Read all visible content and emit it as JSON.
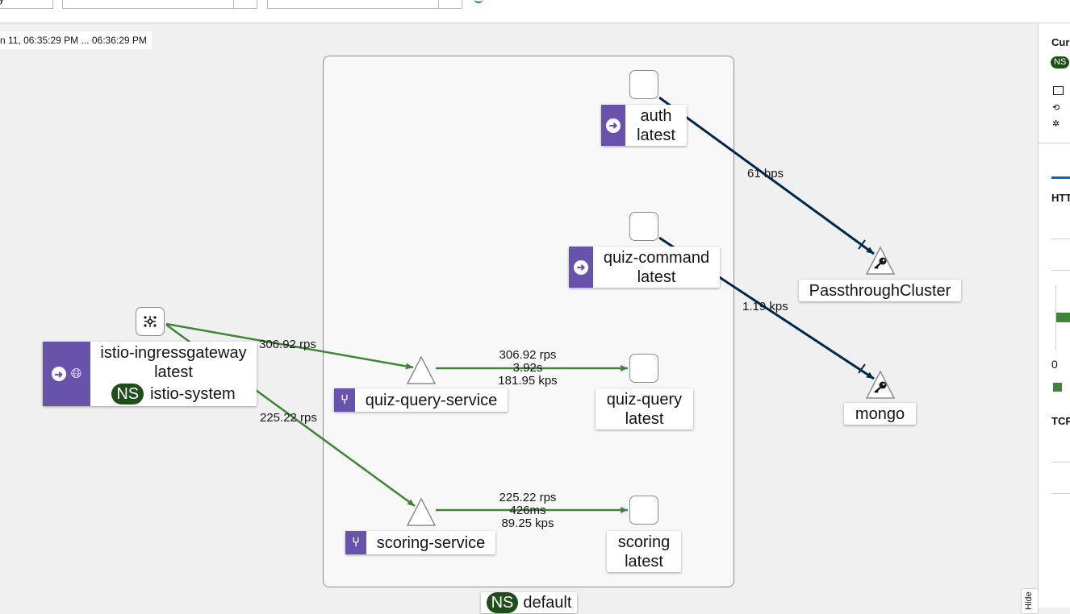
{
  "toolbar": {
    "field1_value": "y"
  },
  "graph": {
    "time_range": "n 11, 06:35:29 PM ... 06:36:29 PM",
    "namespace_box": {
      "badge": "NS",
      "name": "default"
    },
    "nodes": {
      "auth": {
        "name": "auth",
        "version": "latest"
      },
      "quiz_command": {
        "name": "quiz-command",
        "version": "latest"
      },
      "quiz_query": {
        "name": "quiz-query",
        "version": "latest"
      },
      "scoring": {
        "name": "scoring",
        "version": "latest"
      },
      "quiz_query_service": {
        "name": "quiz-query-service"
      },
      "scoring_service": {
        "name": "scoring-service"
      },
      "ingress": {
        "name": "istio-ingressgateway",
        "version": "latest",
        "ns_badge": "NS",
        "namespace": "istio-system"
      },
      "passthrough": {
        "name": "PassthroughCluster"
      },
      "mongo": {
        "name": "mongo"
      }
    },
    "edges": {
      "ingress_to_quiz_query_service": "306.92 rps",
      "ingress_to_scoring_service": "225.22 rps",
      "quiz_query_service_to_quiz_query": [
        "306.92 rps",
        "3.92s",
        "181.95 kps"
      ],
      "scoring_service_to_scoring": [
        "225.22 rps",
        "426ms",
        "89.25 kps"
      ],
      "auth_to_passthrough": "61 bps",
      "quiz_command_to_mongo": "1.19 kps"
    },
    "colors": {
      "healthy_edge": "#3e8635",
      "tcp_edge": "#002952",
      "node_bar": "#6753ac",
      "ns_badge": "#1e4f18"
    }
  },
  "side_panel": {
    "title": "Cur",
    "ns_badge": "NS",
    "http_label": "HTT",
    "chart_zero": "0",
    "tcp_label": "TCP"
  },
  "hide_tab": "Hide"
}
